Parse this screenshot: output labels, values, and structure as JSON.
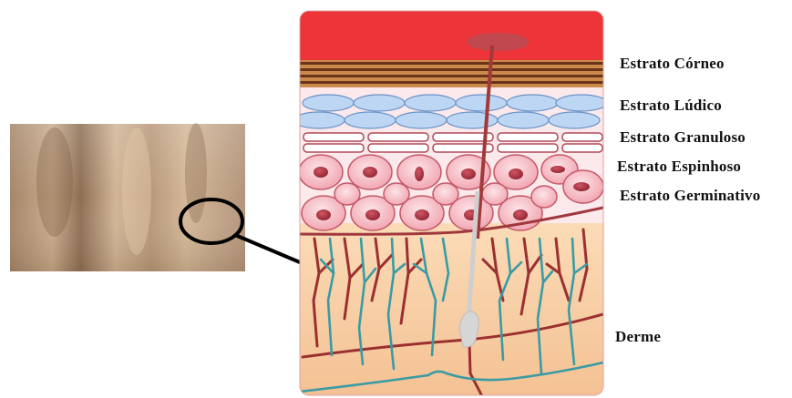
{
  "labels": {
    "corneo": "Estrato Córneo",
    "ludico": "Estrato Lúdico",
    "granuloso": "Estrato Granuloso",
    "espinhoso": "Estrato Espinhoso",
    "germinativo": "Estrato Germinativo",
    "derme": "Derme"
  },
  "colors": {
    "corneum_red": "#ec3439",
    "lamellae_brown": "#7a3b1e",
    "lamellae_light": "#c98a4c",
    "lucidum_blue": "#bcd6f3",
    "lucidum_outline": "#5c86bf",
    "cell_pink": "#f5b4bd",
    "cell_outline": "#c45a6a",
    "nucleus": "#b0343f",
    "dermis_bg": "#f7cba0",
    "vessel_red": "#9b3030",
    "vessel_teal": "#3a9ba4",
    "hair_grey": "#c9c9c9"
  },
  "icons": {
    "photo": "skin-closeup-photo",
    "magnifier": "magnifier-circle-icon"
  }
}
